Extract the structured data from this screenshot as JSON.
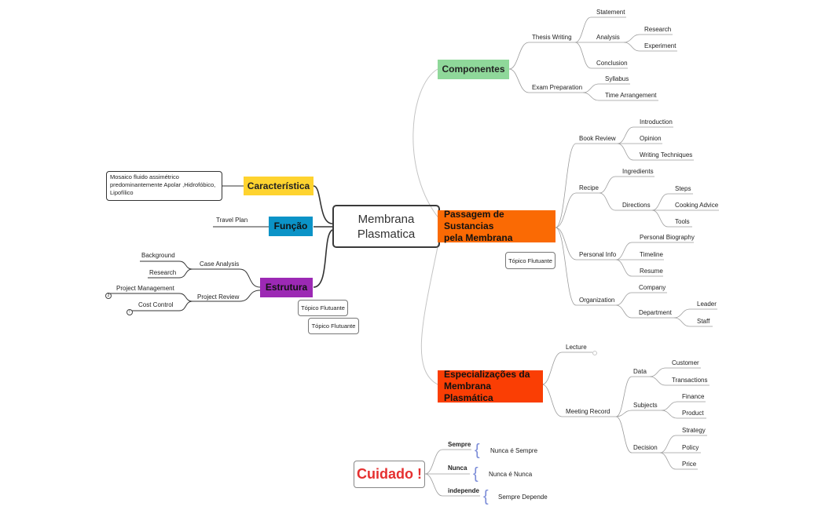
{
  "center": {
    "line1": "Membrana",
    "line2": "Plasmatica"
  },
  "colors": {
    "componentes": "#8fd89a",
    "passagem": "#fa6a04",
    "especializacoes": "#fa3e04",
    "caracteristica": "#fed32f",
    "funcao": "#0b93c7",
    "estrutura": "#9c29b4",
    "warning": "#e53030",
    "brace": "#7b8cd8"
  },
  "right": {
    "componentes": {
      "title": "Componentes",
      "thesis": {
        "label": "Thesis Writing",
        "statement": "Statement",
        "analysis": "Analysis",
        "research": "Research",
        "experiment": "Experiment",
        "conclusion": "Conclusion"
      },
      "exam": {
        "label": "Exam Preparation",
        "syllabus": "Syllabus",
        "time": "Time Arrangement"
      }
    },
    "passagem": {
      "title_line1": "Passagem de Sustancias",
      "title_line2": "pela Membrana",
      "book": {
        "label": "Book Review",
        "introduction": "Introduction",
        "opinion": "Opinion",
        "writing": "Writing Techniques"
      },
      "recipe": {
        "label": "Recipe",
        "ingredients": "Ingredients",
        "directions": "Directions",
        "steps": "Steps",
        "cooking": "Cooking Advice",
        "tools": "Tools"
      },
      "personal": {
        "label": "Personal Info",
        "biography": "Personal Biography",
        "timeline": "Timeline",
        "resume": "Resume"
      },
      "org": {
        "label": "Organization",
        "company": "Company",
        "department": "Department",
        "leader": "Leader",
        "staff": "Staff"
      },
      "floating": "Tópico Flutuante"
    },
    "especializacoes": {
      "title_line1": "Especializações da",
      "title_line2": "Membrana Plasmática",
      "lecture": "Lecture",
      "meeting": {
        "label": "Meeting Record",
        "data": "Data",
        "customer": "Customer",
        "transactions": "Transactions",
        "subjects": "Subjects",
        "finance": "Finance",
        "product": "Product",
        "decision": "Decision",
        "strategy": "Strategy",
        "policy": "Policy",
        "price": "Price"
      }
    }
  },
  "left": {
    "caracteristica": {
      "title": "Característica",
      "note_line1": "Mosaico fluido assimétrico",
      "note_line2": "predominantemente Apolar ,Hidrofóbico,",
      "note_line3": "Lipofílico"
    },
    "funcao": {
      "title": "Função",
      "travel": "Travel Plan"
    },
    "estrutura": {
      "title": "Estrutura",
      "case": {
        "label": "Case Analysis",
        "background": "Background",
        "research": "Research"
      },
      "project": {
        "label": "Project Review",
        "management": "Project Management",
        "cost": "Cost Control"
      },
      "floating1": "Tópico Flutuante",
      "floating2": "Tópico Flutuante"
    }
  },
  "caution": {
    "title": "Cuidado !",
    "items": [
      {
        "key": "Sempre",
        "value": "Nunca é Sempre"
      },
      {
        "key": "Nunca",
        "value": "Nunca é Nunca"
      },
      {
        "key": "independe",
        "value": "Sempre Depende"
      }
    ]
  }
}
